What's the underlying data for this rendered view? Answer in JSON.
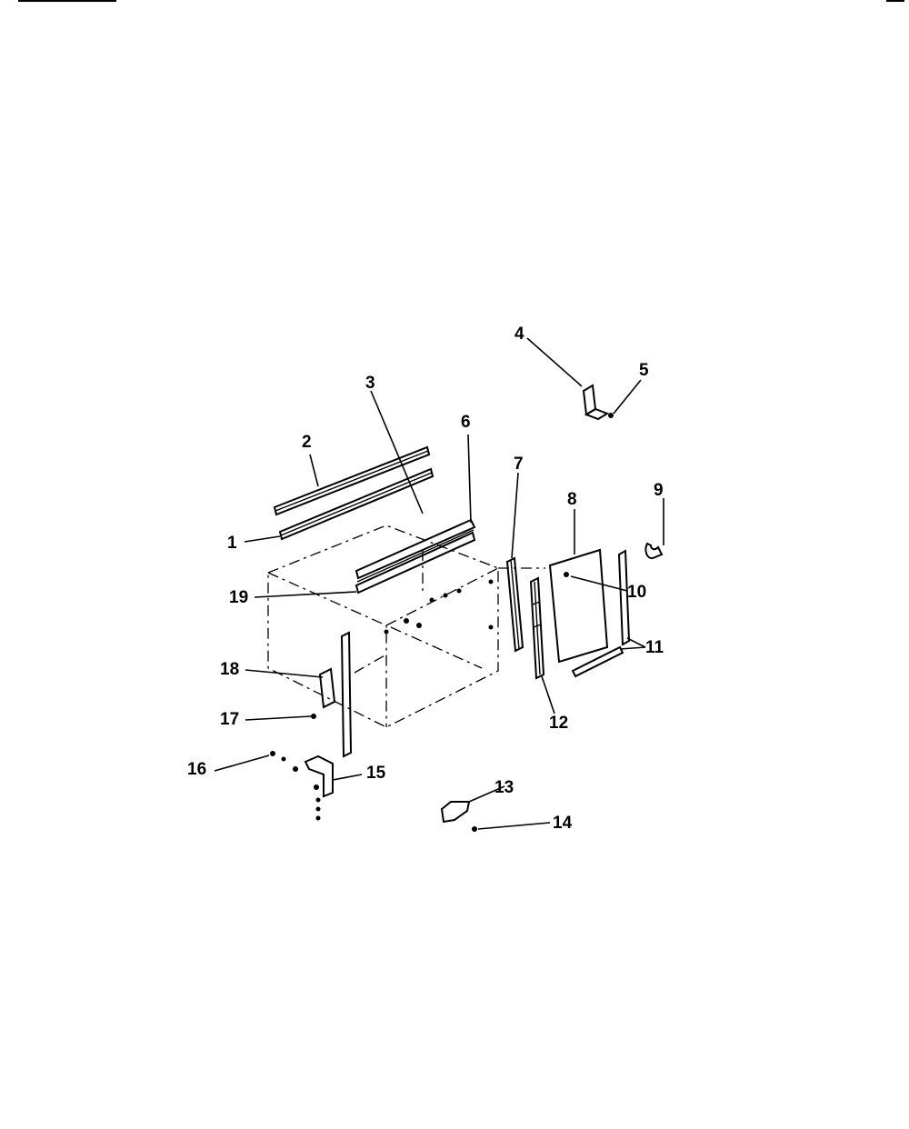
{
  "diagram": {
    "type": "exploded-parts-view",
    "callouts": [
      {
        "id": "c1",
        "label": "1"
      },
      {
        "id": "c2",
        "label": "2"
      },
      {
        "id": "c3",
        "label": "3"
      },
      {
        "id": "c4",
        "label": "4"
      },
      {
        "id": "c5",
        "label": "5"
      },
      {
        "id": "c6",
        "label": "6"
      },
      {
        "id": "c7",
        "label": "7"
      },
      {
        "id": "c8",
        "label": "8"
      },
      {
        "id": "c9",
        "label": "9"
      },
      {
        "id": "c10",
        "label": "10"
      },
      {
        "id": "c11",
        "label": "11"
      },
      {
        "id": "c12",
        "label": "12"
      },
      {
        "id": "c13",
        "label": "13"
      },
      {
        "id": "c14",
        "label": "14"
      },
      {
        "id": "c15",
        "label": "15"
      },
      {
        "id": "c16",
        "label": "16"
      },
      {
        "id": "c17",
        "label": "17"
      },
      {
        "id": "c18",
        "label": "18"
      },
      {
        "id": "c19",
        "label": "19"
      }
    ]
  }
}
